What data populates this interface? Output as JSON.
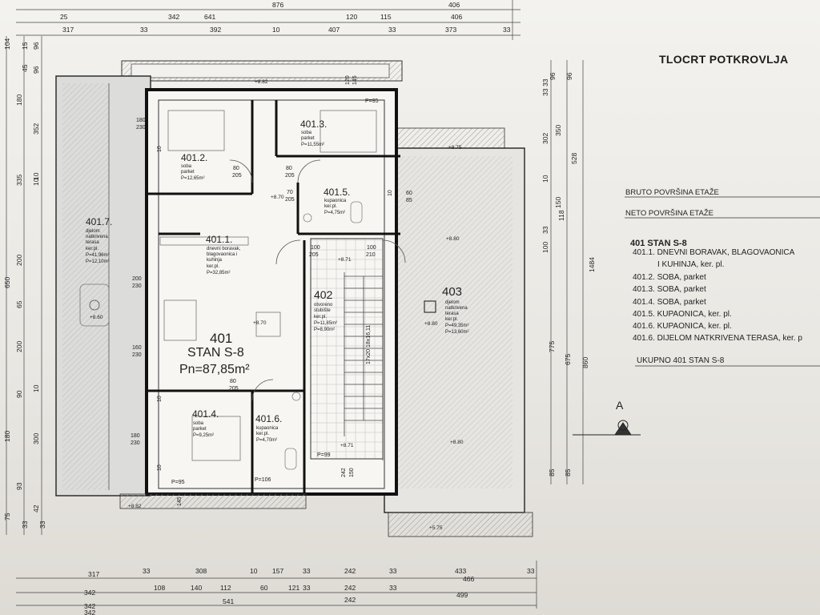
{
  "sheet": {
    "title": "TLOCRT POTKROVLJA",
    "bruto_label": "BRUTO POVRŠINA ETAŽE",
    "neto_label": "NETO POVRŠINA ETAŽE",
    "unit_heading": "401 STAN S-8",
    "rooms_list": [
      "401.1. DNEVNI BORAVAK, BLAGOVAONICA",
      "I KUHINJA, ker. pl.",
      "401.2. SOBA, parket",
      "401.3. SOBA, parket",
      "401.4. SOBA, parket",
      "401.5. KUPAONICA, ker. pl.",
      "401.6. KUPAONICA, ker. pl.",
      "401.6. DIJELOM NATKRIVENA TERASA, ker. p"
    ],
    "total_label": "UKUPNO 401 STAN S-8",
    "section_mark": "A"
  },
  "unit": {
    "number": "401",
    "name": "STAN S-8",
    "area": "Pn=87,85m²"
  },
  "rooms": {
    "r4011": {
      "id": "401.1.",
      "name1": "dnevni boravak,",
      "name2": "blagovaonica i",
      "name3": "kuhinja",
      "floor": "ker.pl.",
      "area": "P=32,85m²"
    },
    "r4012": {
      "id": "401.2.",
      "name": "soba",
      "floor": "parket",
      "area": "P=12,65m²"
    },
    "r4013": {
      "id": "401.3.",
      "name": "soba",
      "floor": "parket",
      "area": "P=11,55m²"
    },
    "r4014": {
      "id": "401.4.",
      "name": "soba",
      "floor": "parket",
      "area": "P=9,25m²"
    },
    "r4015": {
      "id": "401.5.",
      "name": "kupaonica",
      "floor": "ker.pl.",
      "area": "P=4,75m²"
    },
    "r4016": {
      "id": "401.6.",
      "name": "kupaonica",
      "floor": "ker.pl.",
      "area": "P=4,70m²"
    },
    "r4017": {
      "id": "401.7.",
      "name1": "djelom",
      "name2": "natkrivena",
      "name3": "terasa",
      "floor": "ker.pl.",
      "area1": "P=41,96m²",
      "area2": "P=12,10m²"
    },
    "r402": {
      "id": "402",
      "name1": "otvoreno",
      "name2": "stubište",
      "floor": "ker.pl.",
      "area1": "P=11,85m²",
      "area2": "P=8,90m²"
    },
    "r403": {
      "id": "403",
      "name1": "djelom",
      "name2": "natkrivena",
      "name3": "terasa",
      "floor": "ker.pl.",
      "area1": "P=49,35m²",
      "area2": "P=13,60m²"
    }
  },
  "stair_label": "17x20 18x16,11",
  "elevations": {
    "e1": "+8.82",
    "e2": "+8.75",
    "e3": "+8.70",
    "e4": "+8.80",
    "e5": "+8.71",
    "e6": "+8.70",
    "e7": "+8.60",
    "e8": "+8.80",
    "e9": "+8.71",
    "e10": "+8.80",
    "e11": "+8.82",
    "e12": "+5.75"
  },
  "dims_top": {
    "r1": [
      "25",
      "342",
      "406"
    ],
    "r2": [
      "876"
    ],
    "r3": [
      "641",
      "120",
      "115",
      "406"
    ],
    "r4": [
      "317",
      "33",
      "392",
      "10",
      "407",
      "33",
      "373",
      "33"
    ]
  },
  "dims_bottom": {
    "r1": [
      "317",
      "33",
      "308",
      "10",
      "157",
      "33",
      "242",
      "33",
      "433",
      "33"
    ],
    "r2": [
      "342",
      "108",
      "140",
      "112",
      "60",
      "121",
      "33",
      "242",
      "33",
      "466"
    ],
    "r3": [
      "342",
      "541",
      "242",
      "499"
    ],
    "r4": [
      "342"
    ]
  },
  "dims_left": {
    "c1": [
      "104",
      "180",
      "335",
      "650",
      "180",
      "75"
    ],
    "c2": [
      "15",
      "45",
      "10",
      "200",
      "65",
      "200",
      "90",
      "10",
      "300",
      "93",
      "42"
    ],
    "c3": [
      "96",
      "96",
      "352",
      "10",
      "33",
      "33"
    ]
  },
  "dims_right": {
    "c1": [
      "33",
      "302",
      "10",
      "33",
      "100",
      "775",
      "85",
      "33"
    ],
    "c2": [
      "96",
      "350",
      "150",
      "118",
      "675",
      "85"
    ],
    "c3": [
      "96",
      "528",
      "1484",
      "860"
    ]
  },
  "inner_dims": {
    "d180a": "180",
    "d230a": "230",
    "d80a": "80",
    "d205a": "205",
    "d80b": "80",
    "d205b": "205",
    "d70": "70",
    "d205c": "205",
    "d60": "60",
    "d85": "85",
    "d100a": "100",
    "d205d": "205",
    "d100b": "100",
    "d210": "210",
    "d200": "200",
    "d230b": "230",
    "d160": "160",
    "d230c": "230",
    "d180b": "180",
    "d230d": "230",
    "d80c": "80",
    "d205e": "205",
    "d145a": "145",
    "d120": "120",
    "d145b": "145",
    "d242": "242",
    "d150": "150",
    "p95a": "P=95",
    "p95b": "P=95",
    "p106": "P=106",
    "p99": "P=99",
    "d10a": "10",
    "d10b": "10",
    "d10c": "10",
    "d10d": "10"
  }
}
